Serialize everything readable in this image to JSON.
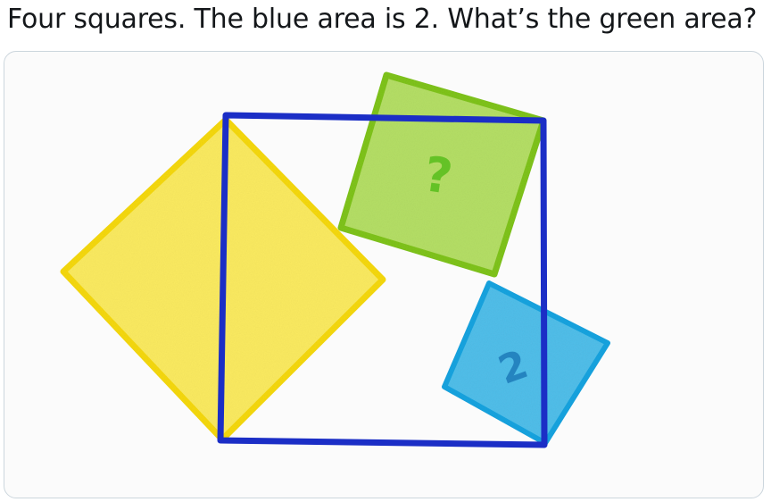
{
  "tweet": {
    "text": "Four squares. The blue area is 2. What’s the green area?"
  },
  "figure": {
    "green_label": "?",
    "blue_label": "2",
    "squares": [
      {
        "name": "yellow",
        "fill": "#fbe84a",
        "stroke": "#f6d90c"
      },
      {
        "name": "green",
        "fill": "#a8d94a",
        "stroke": "#7fc41a"
      },
      {
        "name": "blue",
        "fill": "#2fb4e6",
        "stroke": "#14a4e0"
      },
      {
        "name": "outline",
        "fill": "none",
        "stroke": "#1b2ec6"
      }
    ],
    "colors": {
      "yellow_fill": "#fbe84a",
      "yellow_edge": "#f6d90c",
      "green_fill": "#a8d94a",
      "green_edge": "#7fc41a",
      "green_text": "#5cbf1f",
      "blue_fill": "#2fb4e6",
      "blue_edge": "#14a4e0",
      "blue_text": "#1d7ab8",
      "outline": "#1b2ec6"
    }
  }
}
